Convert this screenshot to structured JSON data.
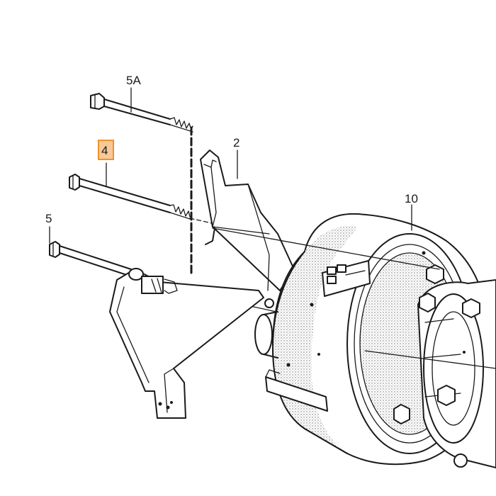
{
  "diagram": {
    "callouts": [
      {
        "id": "5a",
        "label": "5A"
      },
      {
        "id": "4",
        "label": "4",
        "highlighted": true
      },
      {
        "id": "5",
        "label": "5"
      },
      {
        "id": "2",
        "label": "2"
      },
      {
        "id": "10",
        "label": "10"
      }
    ],
    "highlight_color": "#f7c998",
    "highlight_border": "#f0922b",
    "line_color": "#1a1a1a"
  }
}
